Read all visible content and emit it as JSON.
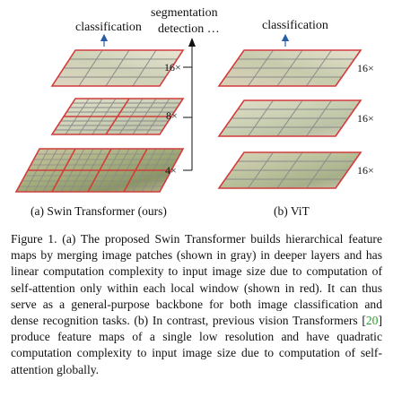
{
  "figure": {
    "swin": {
      "top_label": "classification",
      "right_label_line1": "segmentation",
      "right_label_line2": "detection …",
      "scales": [
        "16×",
        "8×",
        "4×"
      ],
      "subcaption": "(a) Swin Transformer (ours)"
    },
    "vit": {
      "top_label": "classification",
      "scales": [
        "16×",
        "16×",
        "16×"
      ],
      "subcaption": "(b) ViT"
    }
  },
  "caption": {
    "part1": "Figure 1. (a) The proposed Swin Transformer builds hierarchical feature maps by merging image patches (shown in gray) in deeper layers and has linear computation complexity to input image size due to computation of self-attention only within each local window (shown in red). It can thus serve as a general-purpose backbone for both image classification and dense recognition tasks. (b) In contrast, previous vision Transformers [",
    "ref": "20",
    "part2": "] produce feature maps of a single low resolution and have quadratic computation complexity to input image size due to computation of self-attention globally."
  },
  "colors": {
    "window_red": "#d23c3c",
    "patch_gray": "#8a8a8a",
    "ref_green": "#2aa12a"
  }
}
